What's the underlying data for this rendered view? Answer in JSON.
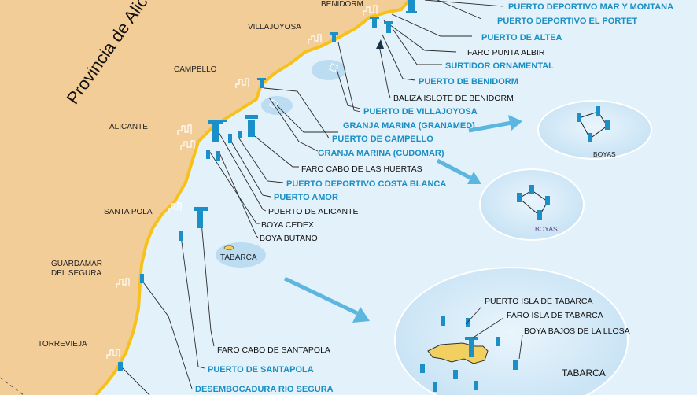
{
  "province": "Provincia de Alicante",
  "towns": {
    "benidorm": "BENIDORM",
    "villajoyosa": "VILLAJOYOSA",
    "campello": "CAMPELLO",
    "alicante": "ALICANTE",
    "santa_pola": "SANTA POLA",
    "guardamar_1": "GUARDAMAR",
    "guardamar_2": "DEL SEGURA",
    "torrevieja": "TORREVIEJA",
    "tabarca": "TABARCA"
  },
  "labels": [
    {
      "id": "mar-montana",
      "text": "PUERTO DEPORTIVO MAR Y MONTANA",
      "color": "blue"
    },
    {
      "id": "el-portet",
      "text": "PUERTO DEPORTIVO EL PORTET",
      "color": "blue"
    },
    {
      "id": "altea",
      "text": "PUERTO DE ALTEA",
      "color": "blue"
    },
    {
      "id": "punta-albir",
      "text": "FARO PUNTA ALBIR",
      "color": "black"
    },
    {
      "id": "surtidor",
      "text": "SURTIDOR ORNAMENTAL",
      "color": "blue"
    },
    {
      "id": "benidorm-port",
      "text": "PUERTO DE BENIDORM",
      "color": "blue"
    },
    {
      "id": "baliza",
      "text": "BALIZA ISLOTE DE BENIDORM",
      "color": "black"
    },
    {
      "id": "villajoyosa-port",
      "text": "PUERTO DE VILLAJOYOSA",
      "color": "blue"
    },
    {
      "id": "granamed",
      "text": "GRANJA MARINA (GRANAMED)",
      "color": "blue"
    },
    {
      "id": "campello-port",
      "text": "PUERTO DE CAMPELLO",
      "color": "blue"
    },
    {
      "id": "cudomar",
      "text": "GRANJA MARINA (CUDOMAR)",
      "color": "blue"
    },
    {
      "id": "huertas",
      "text": "FARO CABO DE LAS HUERTAS",
      "color": "black"
    },
    {
      "id": "costa-blanca",
      "text": "PUERTO DEPORTIVO COSTA BLANCA",
      "color": "blue"
    },
    {
      "id": "amor",
      "text": "PUERTO AMOR",
      "color": "blue"
    },
    {
      "id": "alicante-port",
      "text": "PUERTO DE ALICANTE",
      "color": "black"
    },
    {
      "id": "cedex",
      "text": "BOYA CEDEX",
      "color": "black"
    },
    {
      "id": "butano",
      "text": "BOYA BUTANO",
      "color": "black"
    },
    {
      "id": "santapola-faro",
      "text": "FARO CABO DE SANTAPOLA",
      "color": "black"
    },
    {
      "id": "santapola-port",
      "text": "PUERTO DE SANTAPOLA",
      "color": "blue"
    },
    {
      "id": "segura",
      "text": "DESEMBOCADURA RIO SEGURA",
      "color": "blue"
    }
  ],
  "insets": {
    "boyas_1": "BOYAS",
    "boyas_2": "BOYAS",
    "tabarca_title": "TABARCA",
    "tabarca_port": "PUERTO ISLA DE TABARCA",
    "tabarca_faro": "FARO ISLA DE TABARCA",
    "bajos_llosa": "BOYA BAJOS DE LA LLOSA"
  },
  "colors": {
    "land": "#f3cd98",
    "sea": "#e3f1fa",
    "shore": "#f6c11a",
    "accent_blue": "#1a8fc4",
    "tower_blue": "#1b8fc8",
    "inset_fill": "#cde6f6",
    "island": "#f1d060"
  },
  "icons": [
    "lighthouse-icon",
    "buoy-icon",
    "arrow-icon"
  ]
}
